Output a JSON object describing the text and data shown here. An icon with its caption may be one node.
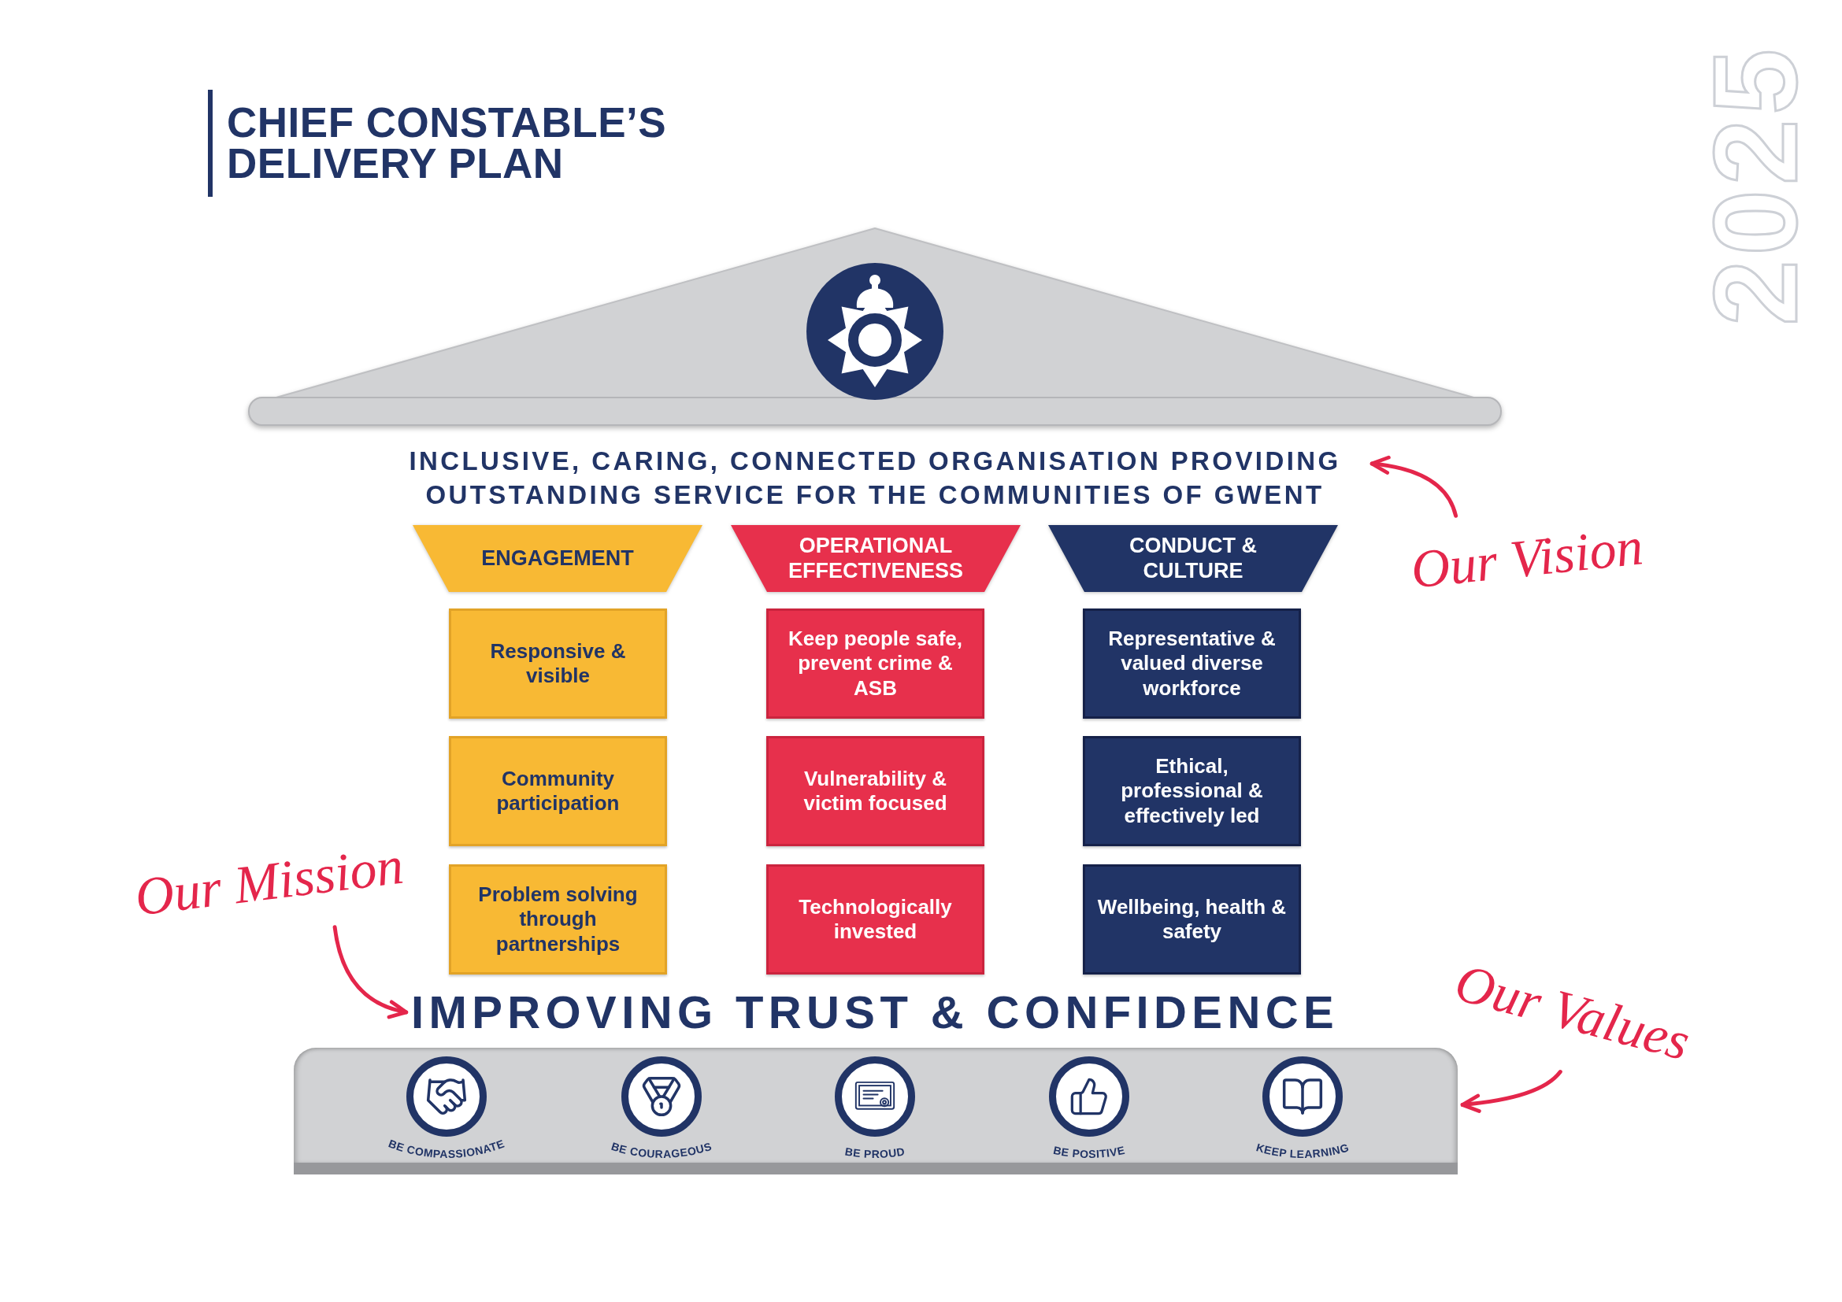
{
  "diagram": {
    "title": "CHIEF CONSTABLE’S DELIVERY PLAN",
    "nodes": [
      {
        "text": [
          "INCLUSIVE, CARING, CONNECTED ORGANISATION PROVIDING OUTSTANDING SERVICE FOR THE COMMUNITIES OF GWENT"
        ]
      },
      {
        "text": [
          "Our Vision"
        ]
      },
      {
        "text": [
          "ENGAGEMENT"
        ]
      },
      {
        "text": [
          "OPERATIONAL EFFECTIVENESS"
        ]
      },
      {
        "text": [
          "CONDUCT & CULTURE"
        ]
      },
      {
        "text": [
          "Responsive & visible"
        ]
      },
      {
        "text": [
          "Keep people safe, prevent crime & ASB"
        ]
      },
      {
        "text": [
          "Representative & valued diverse workforce"
        ]
      },
      {
        "text": [
          "Community participation"
        ]
      },
      {
        "text": [
          "Vulnerability & victim focused"
        ]
      },
      {
        "text": [
          "Ethical, professional & effectively led"
        ]
      },
      {
        "text": [
          "Our Mission"
        ]
      },
      {
        "text": [
          "Problem solving through partnerships"
        ]
      },
      {
        "text": [
          "Technologically invested"
        ]
      },
      {
        "text": [
          "Wellbeing, health & safety"
        ]
      },
      {
        "text": [
          "IMPROVING TRUST & CONFIDENCE"
        ]
      },
      {
        "text": [
          "Our Values"
        ]
      },
      {
        "text": [],
        "shape": "box"
      },
      {
        "text": [
          "BE COMPASSIONATE"
        ],
        "in": 17
      },
      {
        "text": [
          "BE COURAGEOUS"
        ],
        "in": 17
      },
      {
        "text": [
          "BE PROUD"
        ],
        "in": 17
      },
      {
        "text": [
          "BE POSITIVE"
        ],
        "in": 17
      },
      {
        "text": [
          "KEEP LEARNING"
        ],
        "in": 17
      }
    ],
    "edges": [
      {
        "from": 1,
        "to": 0,
        "arrow": "to"
      },
      {
        "from": 11,
        "to": 15,
        "arrow": "to"
      },
      {
        "from": 16,
        "to": 17,
        "arrow": "to"
      }
    ],
    "labels": [
      "2025"
    ]
  }
}
